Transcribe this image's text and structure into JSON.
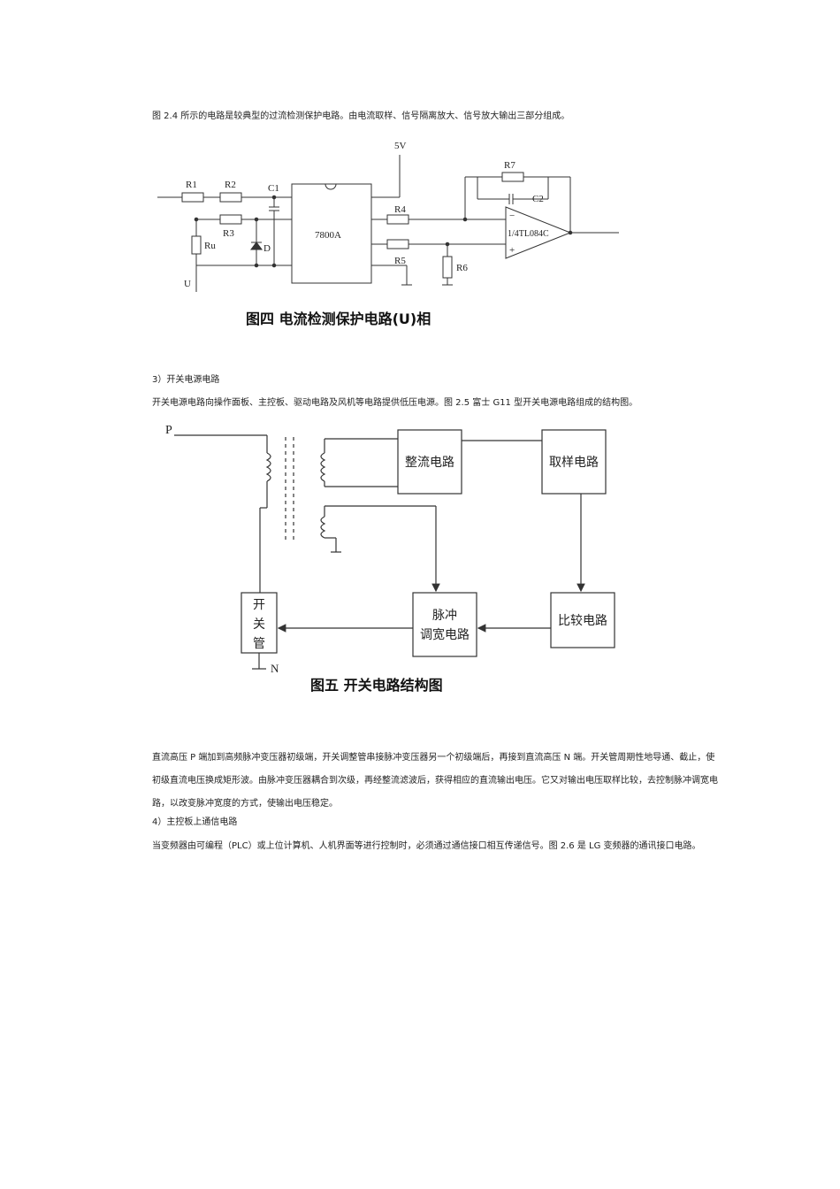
{
  "para1": "图 2.4 所示的电路是较典型的过流检测保护电路。由电流取样、信号隔离放大、信号放大输出三部分组成。",
  "fig4": {
    "caption": "图四  电流检测保护电路(U)相",
    "labels": {
      "v5": "5V",
      "r1": "R1",
      "r2": "R2",
      "c1": "C1",
      "r7": "R7",
      "c2": "C2",
      "r3": "R3",
      "ru": "Ru",
      "d": "D",
      "ic": "7800A",
      "r4": "R4",
      "r5": "R5",
      "r6": "R6",
      "u": "U",
      "opamp": "1/4TL084C",
      "minus": "−",
      "plus": "+"
    }
  },
  "heading3": "3）开关电源电路",
  "para2": "开关电源电路向操作面板、主控板、驱动电路及风机等电路提供低压电源。图 2.5 富士 G11 型开关电源电路组成的结构图。",
  "fig5": {
    "caption": "图五   开关电路结构图",
    "labels": {
      "p": "P",
      "n": "N",
      "rectifier": "整流电路",
      "sampling": "取样电路",
      "compare": "比较电路",
      "pwm_line1": "脉冲",
      "pwm_line2": "调宽电路",
      "switch1": "开",
      "switch2": "关",
      "switch3": "管"
    }
  },
  "para3": "直流高压 P 端加到高频脉冲变压器初级端，开关调整管串接脉冲变压器另一个初级端后，再接到直流高压 N 端。开关管周期性地导通、截止，使初级直流电压换成矩形波。由脉冲变压器耦合到次级，再经整流滤波后，获得相应的直流输出电压。它又对输出电压取样比较，去控制脉冲调宽电路，以改变脉冲宽度的方式，使输出电压稳定。",
  "heading4": "4）主控板上通信电路",
  "para4": "当变频器由可编程（PLC）或上位计算机、人机界面等进行控制时，必须通过通信接口相互传递信号。图 2.6 是 LG 变频器的通讯接口电路。"
}
